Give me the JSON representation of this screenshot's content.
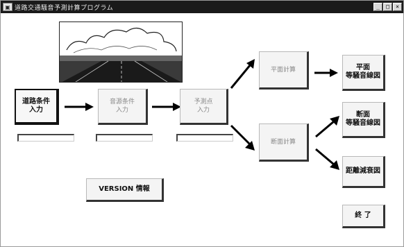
{
  "window": {
    "title": "道路交通騒音予測計算プログラム"
  },
  "titlebar": {
    "icon_glyph": "▣",
    "min_glyph": "_",
    "max_glyph": "□",
    "close_glyph": "×"
  },
  "buttons": {
    "road_input": "道路条件\n入力",
    "sound_source_input": "音源条件\n入力",
    "receiver_input": "予測点\n入力",
    "plan_calc": "平面計算",
    "section_calc": "断面計算",
    "plan_contour": "平面\n等騒音線図",
    "section_contour": "断面\n等騒音線図",
    "distance_decay": "距離減衰図",
    "version": "VERSION 情報",
    "exit": "終 了"
  },
  "fields": {
    "road_value": "",
    "source_value": "",
    "receiver_value": ""
  },
  "colors": {
    "titlebar": "#1a1a1a",
    "button_face": "#f4f4f4",
    "shadow": "#333333"
  }
}
